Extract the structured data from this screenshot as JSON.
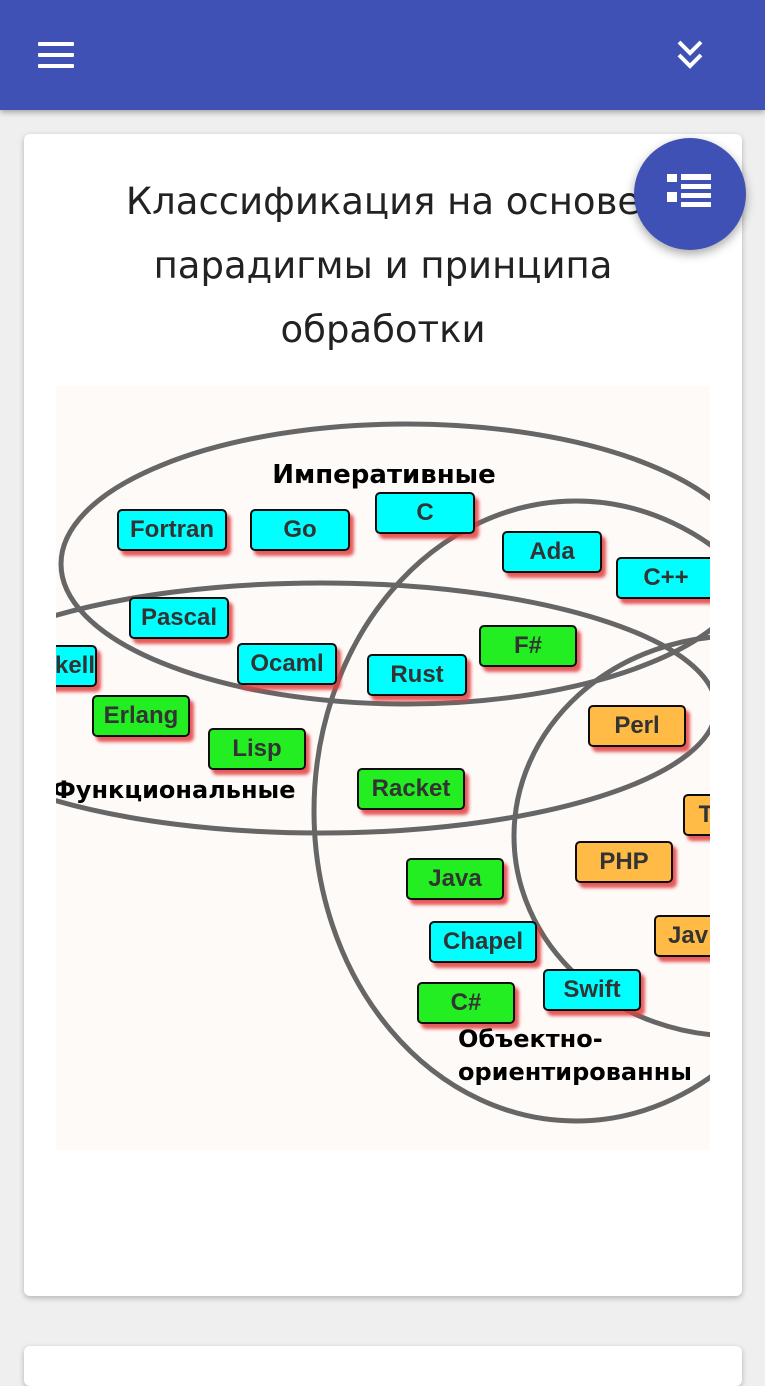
{
  "appbar": {
    "menu_icon": "hamburger-menu-icon",
    "expand_icon": "double-chevron-down-icon",
    "color": "#3f51b5"
  },
  "fab": {
    "icon": "list-toc-icon",
    "color": "#3f51b5"
  },
  "card": {
    "title": "Классификация на основе парадигмы и принципа обработки"
  },
  "diagram": {
    "sets": {
      "imperative": "Императивные",
      "functional": "Функциональные",
      "oop_line1": "Объектно-",
      "oop_line2": "ориентированны"
    },
    "languages": {
      "fortran": "Fortran",
      "go": "Go",
      "c": "C",
      "ada": "Ada",
      "cpp": "C++",
      "pascal": "Pascal",
      "fsharp": "F#",
      "haskell": "kell",
      "ocaml": "Ocaml",
      "rust": "Rust",
      "erlang": "Erlang",
      "perl": "Perl",
      "lisp": "Lisp",
      "racket": "Racket",
      "t": "T",
      "php": "PHP",
      "java": "Java",
      "chapel": "Chapel",
      "jav": "Jav",
      "swift": "Swift",
      "csharp": "C#"
    },
    "colors": {
      "imperative_box": "#00ffff",
      "functional_box": "#22ee22",
      "oop_box": "#ffbb44",
      "ellipse": "#666666",
      "background": "#fefaf8"
    }
  }
}
